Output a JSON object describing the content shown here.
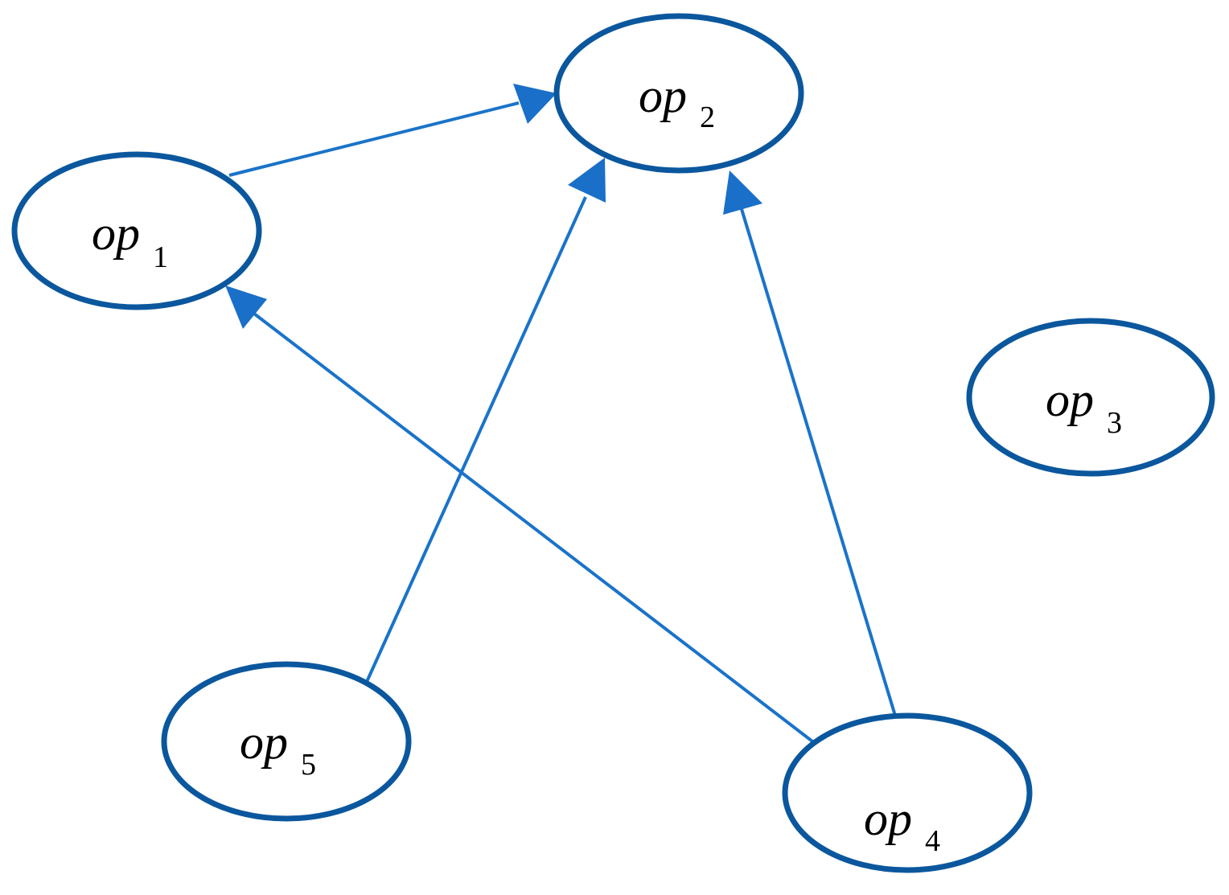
{
  "diagram": {
    "colors": {
      "node_stroke": "#0b579e",
      "edge": "#1a73c9",
      "arrowhead": "#1a6fc8",
      "text": "#000000"
    },
    "nodes": [
      {
        "id": "op1",
        "main": "op",
        "sub": "1"
      },
      {
        "id": "op2",
        "main": "op",
        "sub": "2"
      },
      {
        "id": "op3",
        "main": "op",
        "sub": "3"
      },
      {
        "id": "op4",
        "main": "op",
        "sub": "4"
      },
      {
        "id": "op5",
        "main": "op",
        "sub": "5"
      }
    ],
    "edges": [
      {
        "from": "op1",
        "to": "op2",
        "directed": true
      },
      {
        "from": "op5",
        "to": "op2",
        "directed": true
      },
      {
        "from": "op4",
        "to": "op2",
        "directed": true
      },
      {
        "from": "op4",
        "to": "op1",
        "directed": true
      }
    ]
  }
}
